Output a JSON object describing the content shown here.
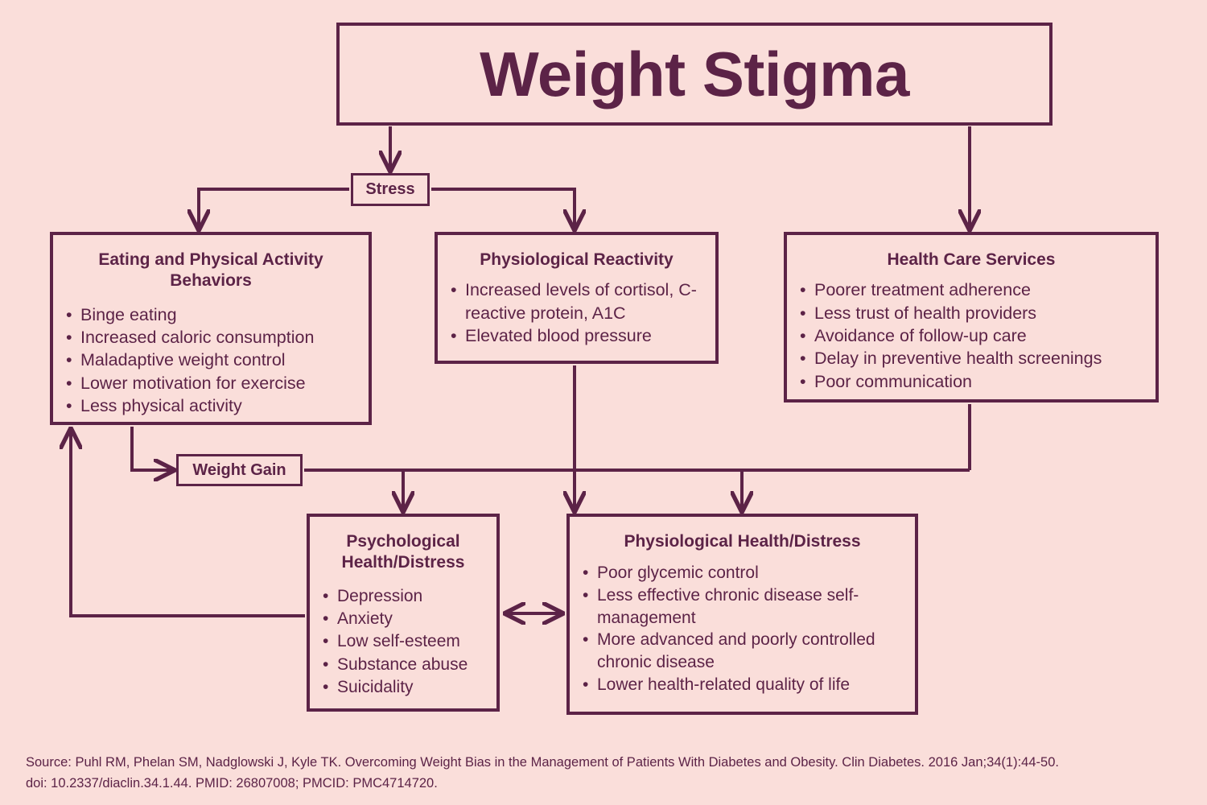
{
  "colors": {
    "background": "#fadeda",
    "ink": "#5c2347"
  },
  "title": {
    "text": "Weight Stigma"
  },
  "nodes": {
    "stress": {
      "label": "Stress"
    },
    "weight_gain": {
      "label": "Weight Gain"
    },
    "eating": {
      "heading": "Eating and Physical Activity Behaviors",
      "items": [
        "Binge eating",
        "Increased caloric consumption",
        "Maladaptive weight control",
        "Lower motivation for exercise",
        "Less physical activity"
      ]
    },
    "physiological_reactivity": {
      "heading": "Physiological Reactivity",
      "items": [
        "Increased levels of cortisol, C-reactive protein, A1C",
        "Elevated blood pressure"
      ]
    },
    "health_care_services": {
      "heading": "Health Care Services",
      "items": [
        "Poorer treatment adherence",
        "Less trust of health providers",
        "Avoidance of follow-up care",
        "Delay in preventive health screenings",
        "Poor communication"
      ]
    },
    "psychological_health": {
      "heading": "Psychological Health/Distress",
      "items": [
        "Depression",
        "Anxiety",
        "Low self-esteem",
        "Substance abuse",
        "Suicidality"
      ]
    },
    "physiological_health": {
      "heading": "Physiological Health/Distress",
      "items": [
        "Poor glycemic control",
        "Less effective chronic disease self-management",
        "More advanced and poorly controlled chronic disease",
        "Lower health-related quality of life"
      ]
    }
  },
  "source": {
    "line1": "Source: Puhl RM, Phelan SM, Nadglowski J, Kyle TK. Overcoming Weight Bias in the Management of Patients With Diabetes and Obesity. Clin Diabetes. 2016 Jan;34(1):44-50.",
    "line2": "doi: 10.2337/diaclin.34.1.44. PMID: 26807008; PMCID: PMC4714720."
  }
}
